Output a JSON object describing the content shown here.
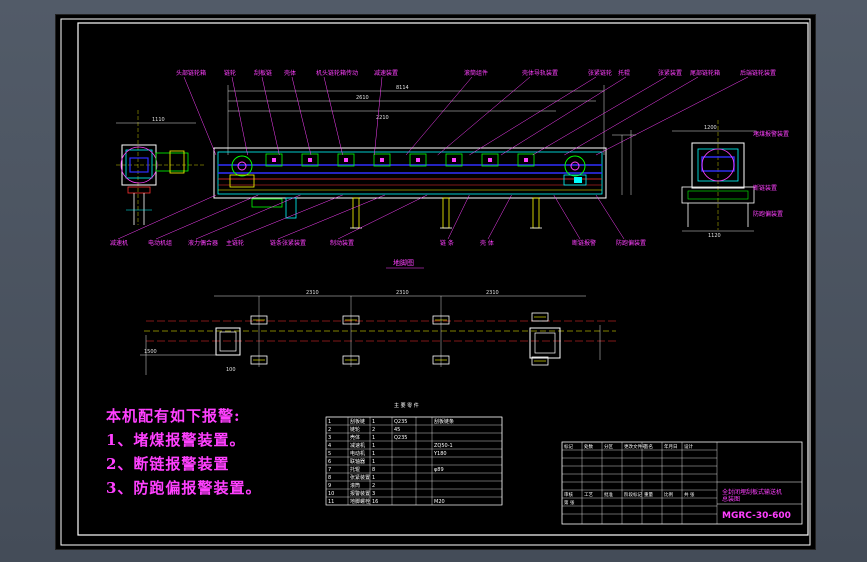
{
  "drawing": {
    "plan_title": "地脚图",
    "parts_list_caption": "主 要 零 件",
    "callouts_top": [
      "头部链轮箱",
      "链轮",
      "刮板链",
      "壳体",
      "机头链轮箱传动",
      "减速装置",
      "滚筒组件",
      "壳体导轨装置",
      "张紧链轮",
      "托辊",
      "张紧装置",
      "尾部链轮箱",
      "后端链轮装置"
    ],
    "callouts_bottom": [
      "减速机",
      "电动机组",
      "液力偶合器",
      "主链轮",
      "链条张紧装置",
      "制动装置",
      "链 条",
      "壳 体",
      "断链报警",
      "防跑偏装置"
    ],
    "callouts_right": [
      "堵煤报警装置",
      "断链装置",
      "防跑偏装置"
    ],
    "dims": {
      "overall_top": "8114",
      "span_upper": "2610",
      "span_lower": "2210",
      "left_w": "1110",
      "right_w": "1200",
      "right_bottom": "1120",
      "plan_a": "2310",
      "plan_b": "2310",
      "plan_c": "2310",
      "plan_d": "1500",
      "plan_e": "100"
    }
  },
  "notes": {
    "heading": "本机配有如下报警:",
    "items": [
      "1、堵煤报警装置。",
      "2、断链报警装置",
      "3、防跑偏报警装置。"
    ]
  },
  "parts_table": {
    "rows": [
      [
        "1",
        "刮板链",
        "1",
        "Q235",
        "",
        "刮板链条"
      ],
      [
        "2",
        "链轮",
        "2",
        "45",
        "",
        ""
      ],
      [
        "3",
        "壳体",
        "1",
        "Q235",
        "",
        ""
      ],
      [
        "4",
        "减速机",
        "1",
        "",
        "",
        "ZQ50-1"
      ],
      [
        "5",
        "电动机",
        "1",
        "",
        "",
        "Y180"
      ],
      [
        "6",
        "联轴器",
        "1",
        "",
        "",
        ""
      ],
      [
        "7",
        "托辊",
        "8",
        "",
        "",
        "φ89"
      ],
      [
        "8",
        "张紧装置",
        "1",
        "",
        "",
        ""
      ],
      [
        "9",
        "滚筒",
        "2",
        "",
        "",
        ""
      ],
      [
        "10",
        "报警装置",
        "3",
        "",
        "",
        ""
      ],
      [
        "11",
        "地脚螺栓",
        "16",
        "",
        "",
        "M20"
      ]
    ]
  },
  "title_block": {
    "name": "全封闭埋刮板式输送机",
    "sub": "总装图",
    "code": "MGRC-30-600",
    "fields": [
      "标记",
      "处数",
      "分区",
      "更改文件号",
      "签名",
      "年月日",
      "设计",
      "审核",
      "工艺",
      "批准",
      "阶段标记",
      "重量",
      "比例",
      "共 张",
      "第 张"
    ]
  },
  "colors": {
    "frame": "#ffffff",
    "cyan": "#00ffff",
    "magenta": "#ff40ff",
    "yellow": "#ffff00",
    "blue": "#3030ff",
    "green": "#00ff00",
    "red": "#ff3030"
  }
}
